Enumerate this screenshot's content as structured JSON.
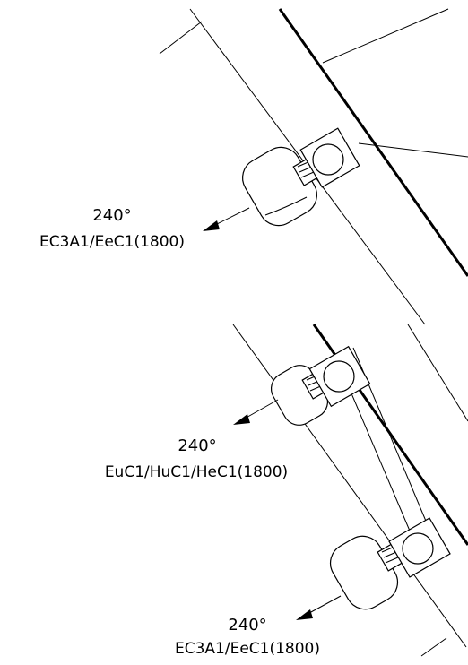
{
  "callouts": [
    {
      "angle": "240°",
      "code": "EC3A1/EeC1(1800)"
    },
    {
      "angle": "240°",
      "code": "EuC1/HuC1/HeC1(1800)"
    },
    {
      "angle": "240°",
      "code": "EC3A1/EeC1(1800)"
    }
  ],
  "colors": {
    "line": "#000000",
    "background": "#ffffff"
  }
}
